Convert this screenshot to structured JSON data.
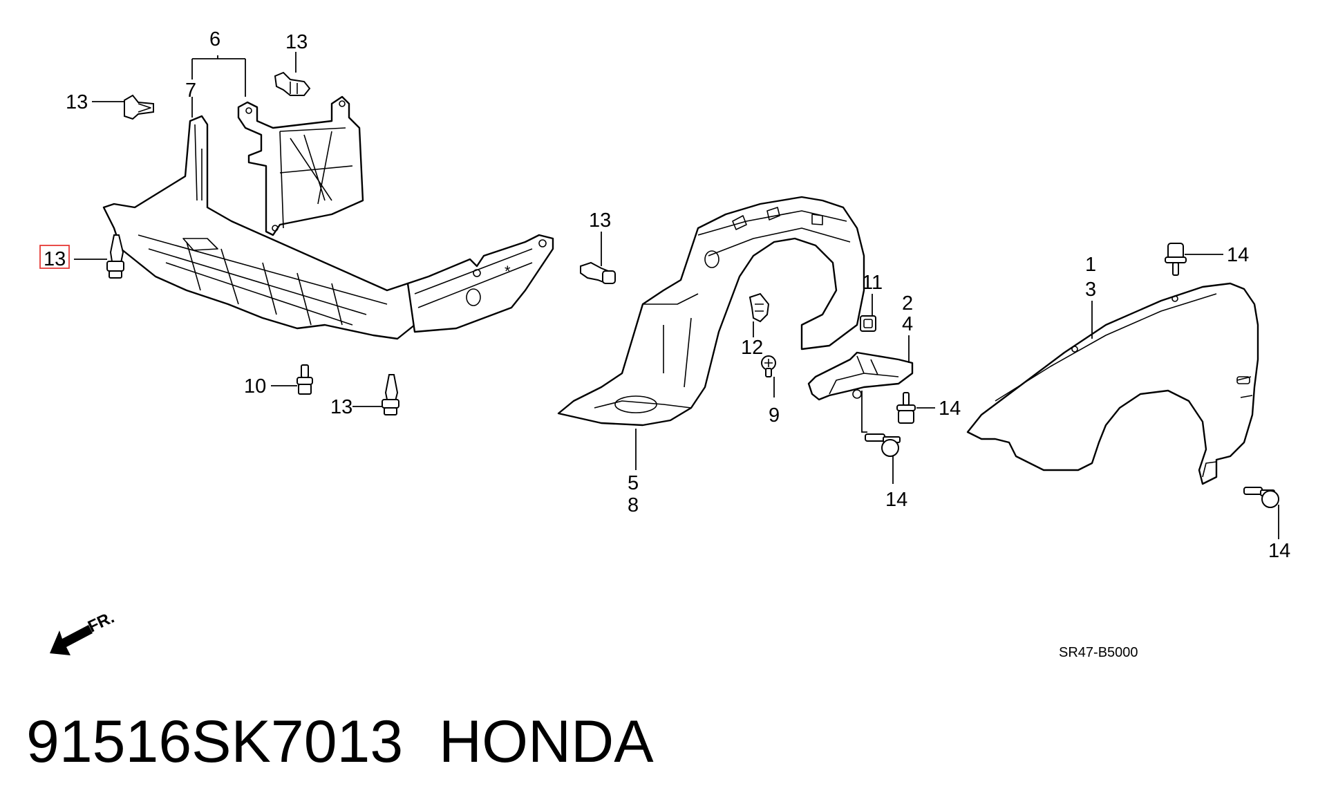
{
  "callouts": {
    "c6": "6",
    "c7": "7",
    "c13a": "13",
    "c13b": "13",
    "c13c": "13",
    "c13d": "13",
    "c13e": "13",
    "c10": "10",
    "c11": "11",
    "c12": "12",
    "c9": "9",
    "c5": "5",
    "c8": "8",
    "c2": "2",
    "c4": "4",
    "c14a": "14",
    "c14b": "14",
    "c14c": "14",
    "c14d": "14",
    "c1": "1",
    "c3": "3"
  },
  "highlight": {
    "label": "13",
    "color": "#e53935"
  },
  "front_indicator": "FR.",
  "drawing_code": "SR47-B5000",
  "footer": {
    "part_number": "91516SK7013",
    "brand": "HONDA"
  }
}
